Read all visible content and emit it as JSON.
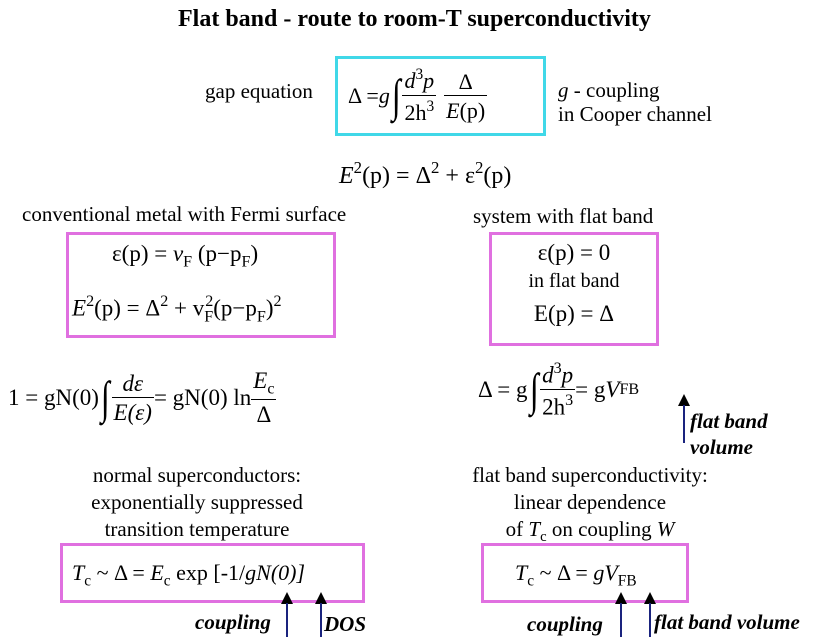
{
  "title": "Flat band - route to room-T superconductivity",
  "gap_equation": {
    "label": "gap equation",
    "delta_lhs": "Δ = ",
    "g": "g",
    "num1_d": "d",
    "num1_exp": "3",
    "num1_p": "p",
    "den1": "2h",
    "den1_exp": "3",
    "num2": "Δ",
    "den2_E": "E",
    "den2_p": "(p)",
    "coupling_g": "g",
    "coupling_text": " - coupling",
    "coupling_line2": "in Cooper channel"
  },
  "energy_eq": {
    "E": "E",
    "sq1": "2",
    "mid": "(p) = Δ",
    "sq2": "2",
    "plus": " + ε",
    "sq3": "2",
    "end": "(p)"
  },
  "left": {
    "heading": "conventional metal with Fermi surface",
    "eq1": {
      "lhs": "ε(p) = ",
      "v": "v",
      "vsub": "F",
      "paren": " (p−p",
      "psub": "F",
      "close": ")"
    },
    "eq2": {
      "E": "E",
      "sq": "2",
      "mid": "(p) = Δ",
      "sq2": "2",
      "plus": " + v",
      "vsub": "F",
      "sq3": "2",
      "paren": "(p−p",
      "psub": "F",
      "close": ")",
      "sq4": "2"
    },
    "integral": {
      "lhs": "1 = gN(0)",
      "num": "dε",
      "den": "E(ε)",
      "rhs": " = gN(0) ln ",
      "num2": "E",
      "num2sub": "c",
      "den2": "Δ"
    },
    "normal_line1": "normal superconductors:",
    "normal_line2": "exponentially suppressed",
    "normal_line3": "transition temperature",
    "tc_eq": {
      "T": "T",
      "tsub": "c",
      "sim": " ~ Δ = ",
      "E": "E",
      "esub": "c",
      "exp": " exp [-1/",
      "g": "g",
      "N": "N(0)]"
    },
    "coupling_label": "coupling",
    "dos_label": "DOS"
  },
  "right": {
    "heading": "system with flat band",
    "eq1": "ε(p) = 0",
    "eq1_line2": "in flat band",
    "eq2": "E(p) = Δ",
    "integral": {
      "lhs": "Δ =  g",
      "num_d": "d",
      "num_exp": "3",
      "num_p": "p",
      "den": "2h",
      "den_exp": "3",
      "rhs": "  =  g",
      "V": "V",
      "vsub": "FB"
    },
    "volume_line1": "flat band",
    "volume_line2": "volume",
    "fb_line1": "flat band superconductivity:",
    "fb_line2": "linear dependence",
    "fb_line3_pre": "of ",
    "fb_line3_T": "T",
    "fb_line3_sub": "c",
    "fb_line3_post": " on coupling ",
    "fb_line3_W": "W",
    "tc_eq": {
      "T": "T",
      "tsub": "c",
      "sim": " ~ Δ = ",
      "g": "g",
      "V": "V",
      "vsub": "FB"
    },
    "coupling_label": "coupling",
    "volume_label": "flat band volume"
  }
}
